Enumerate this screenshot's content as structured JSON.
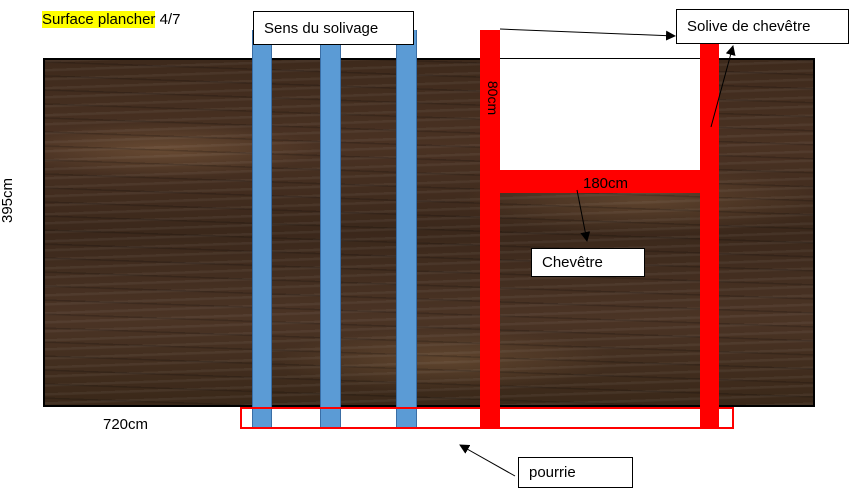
{
  "title": {
    "highlighted": "Surface plancher",
    "suffix": " 4/7",
    "highlight_color": "#ffff00"
  },
  "labels": {
    "joist_direction": "Sens du solivage",
    "trimmer_joist": "Solive de chevêtre",
    "opening_height": "80cm",
    "header_length": "180cm",
    "header": "Chevêtre",
    "floor_height": "395cm",
    "floor_width": "720cm",
    "rotten": "pourrie"
  },
  "colors": {
    "joist": "#5b9bd5",
    "trimmer": "#ff0000",
    "rotten_outline": "#ff0000",
    "floor_wood": "#3e2a1c"
  }
}
